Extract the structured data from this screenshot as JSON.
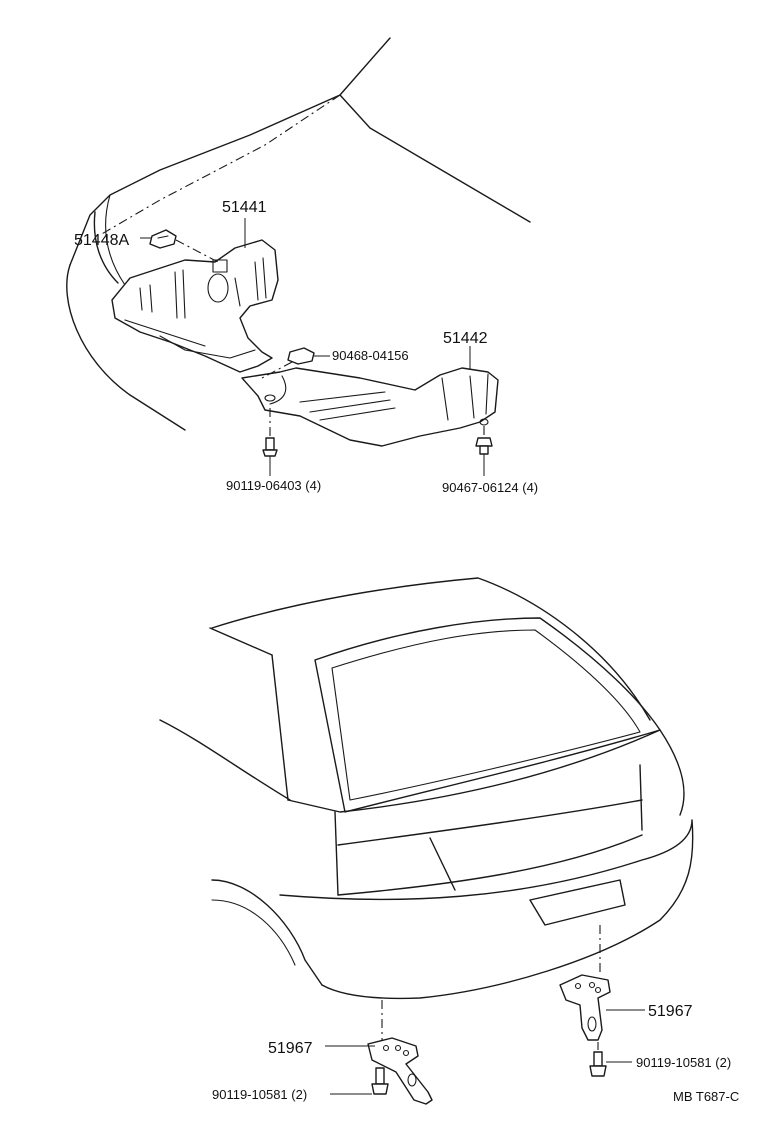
{
  "labels": {
    "p51448a": "51448A",
    "p51441": "51441",
    "p51442": "51442",
    "p90468": "90468-04156",
    "p90119_06403": "90119-06403 (4)",
    "p90467": "90467-06124 (4)",
    "p51967_right": "51967",
    "p51967_left": "51967",
    "p90119_10581_right": "90119-10581 (2)",
    "p90119_10581_left": "90119-10581 (2)",
    "ref_code": "MB T687-C"
  }
}
